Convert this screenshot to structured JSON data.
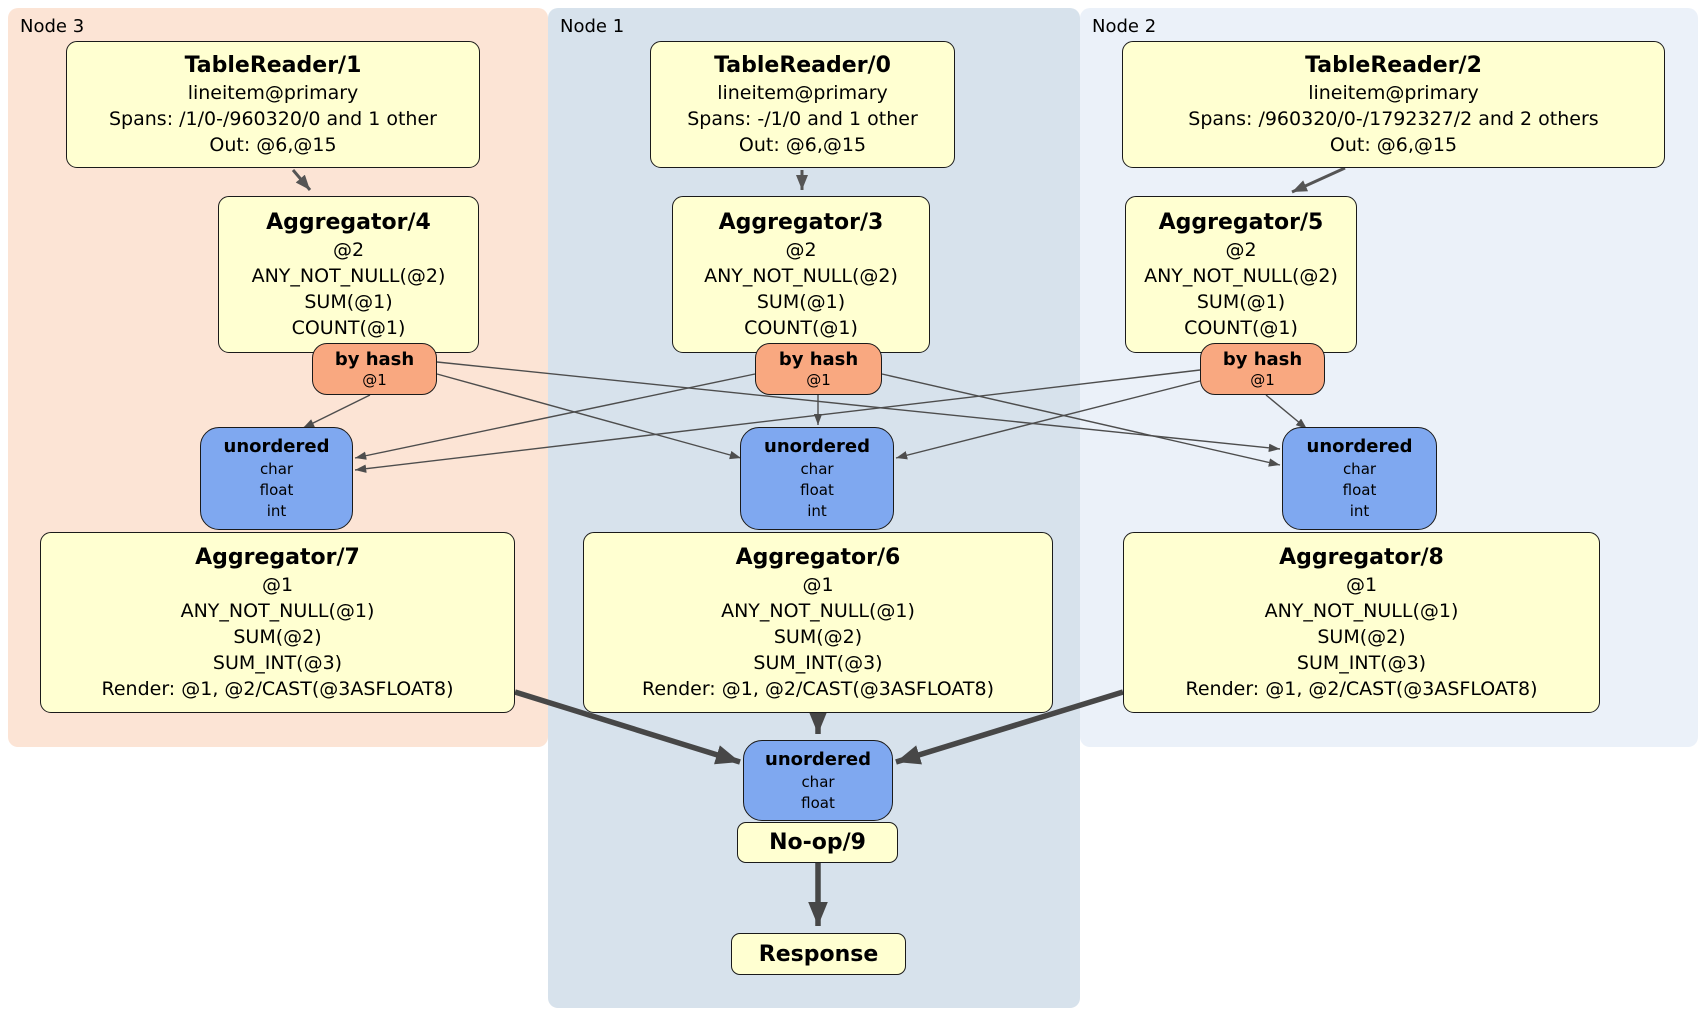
{
  "colors": {
    "node3_bg": "#fce4d5",
    "node1_bg": "#d7e2ec",
    "node2_bg": "#ebf1f9",
    "processor_fill": "#ffffd1",
    "router_fill": "#f9a880",
    "sync_fill": "#7fa8f0",
    "box_border": "#1a1a1a",
    "edge_thin": "#4d4d4d",
    "edge_mid": "#555555",
    "edge_thick": "#474747"
  },
  "node_groups": [
    {
      "label": "Node 3"
    },
    {
      "label": "Node 1"
    },
    {
      "label": "Node 2"
    }
  ],
  "table_readers": [
    {
      "title": "TableReader/1",
      "index": "lineitem@primary",
      "spans": "Spans: /1/0-/960320/0 and 1 other",
      "out": "Out: @6,@15"
    },
    {
      "title": "TableReader/0",
      "index": "lineitem@primary",
      "spans": "Spans: -/1/0 and 1 other",
      "out": "Out: @6,@15"
    },
    {
      "title": "TableReader/2",
      "index": "lineitem@primary",
      "spans": "Spans: /960320/0-/1792327/2 and 2 others",
      "out": "Out: @6,@15"
    }
  ],
  "first_stage_aggregators": [
    {
      "title": "Aggregator/4",
      "group_key": "@2",
      "aggs": [
        "ANY_NOT_NULL(@2)",
        "SUM(@1)",
        "COUNT(@1)"
      ]
    },
    {
      "title": "Aggregator/3",
      "group_key": "@2",
      "aggs": [
        "ANY_NOT_NULL(@2)",
        "SUM(@1)",
        "COUNT(@1)"
      ]
    },
    {
      "title": "Aggregator/5",
      "group_key": "@2",
      "aggs": [
        "ANY_NOT_NULL(@2)",
        "SUM(@1)",
        "COUNT(@1)"
      ]
    }
  ],
  "hash_routers": [
    {
      "label": "by hash",
      "columns": "@1"
    },
    {
      "label": "by hash",
      "columns": "@1"
    },
    {
      "label": "by hash",
      "columns": "@1"
    }
  ],
  "unordered_syncs": [
    {
      "label": "unordered",
      "types": [
        "char",
        "float",
        "int"
      ]
    },
    {
      "label": "unordered",
      "types": [
        "char",
        "float",
        "int"
      ]
    },
    {
      "label": "unordered",
      "types": [
        "char",
        "float",
        "int"
      ]
    }
  ],
  "second_stage_aggregators": [
    {
      "title": "Aggregator/7",
      "group_key": "@1",
      "aggs": [
        "ANY_NOT_NULL(@1)",
        "SUM(@2)",
        "SUM_INT(@3)"
      ],
      "render": "Render: @1, @2/CAST(@3ASFLOAT8)"
    },
    {
      "title": "Aggregator/6",
      "group_key": "@1",
      "aggs": [
        "ANY_NOT_NULL(@1)",
        "SUM(@2)",
        "SUM_INT(@3)"
      ],
      "render": "Render: @1, @2/CAST(@3ASFLOAT8)"
    },
    {
      "title": "Aggregator/8",
      "group_key": "@1",
      "aggs": [
        "ANY_NOT_NULL(@1)",
        "SUM(@2)",
        "SUM_INT(@3)"
      ],
      "render": "Render: @1, @2/CAST(@3ASFLOAT8)"
    }
  ],
  "final_sync": {
    "label": "unordered",
    "types": [
      "char",
      "float"
    ]
  },
  "noop": {
    "label": "No-op/9"
  },
  "response": {
    "label": "Response"
  }
}
